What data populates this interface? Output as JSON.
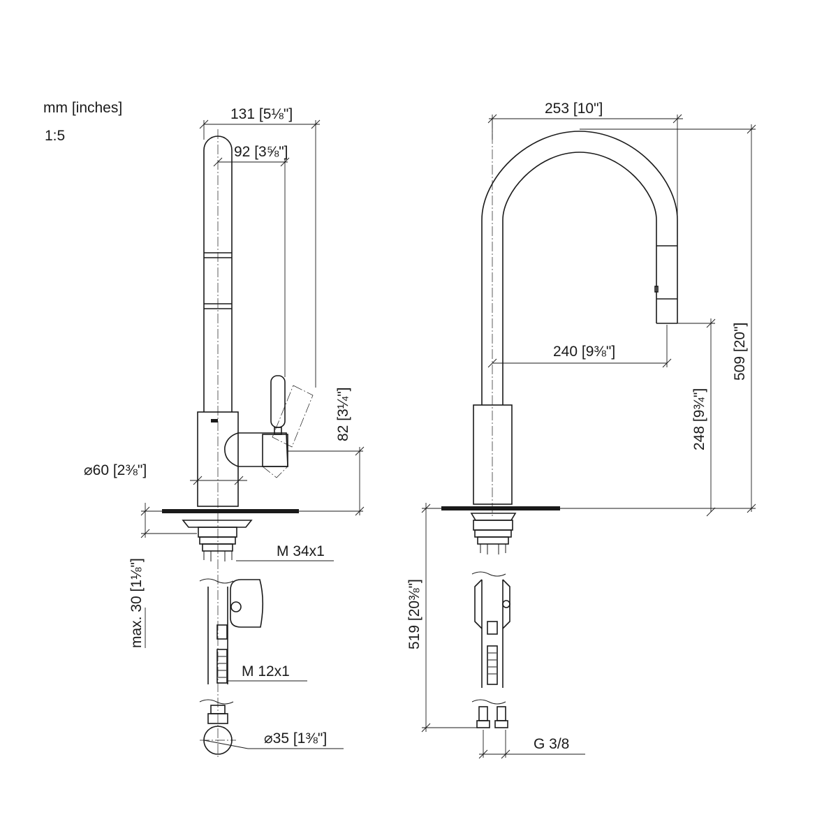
{
  "header": {
    "units": "mm [inches]",
    "scale": "1:5"
  },
  "dimensions": {
    "width_131": "131 [5⅛\"]",
    "width_92": "92 [3⅝\"]",
    "lever_82": "82 [3¼\"]",
    "diameter_60": "⌀60 [2⅜\"]",
    "thread_m34": "M 34x1",
    "max_30": "max. 30 [1⅛\"]",
    "thread_m12": "M 12x1",
    "diameter_35": "⌀35 [1⅜\"]",
    "width_253": "253 [10\"]",
    "reach_240": "240 [9⅜\"]",
    "height_248": "248 [9¾\"]",
    "height_509": "509 [20\"]",
    "depth_519": "519 [20⅜\"]",
    "connection_g38": "G 3/8"
  }
}
